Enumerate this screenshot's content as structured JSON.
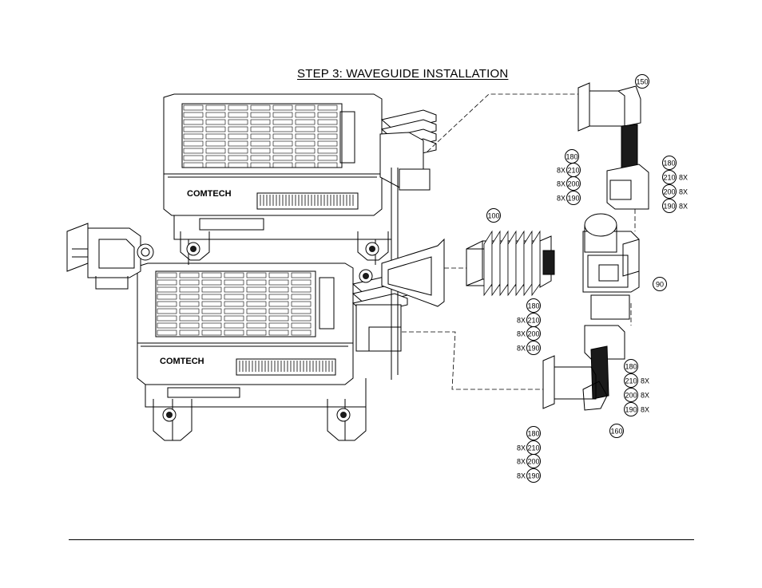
{
  "title": "STEP 3: WAVEGUIDE INSTALLATION",
  "brand_label": "COMTECH",
  "mult_label": "8X",
  "callouts": [
    {
      "id": "c150a",
      "text": "150"
    },
    {
      "id": "c180a",
      "text": "180"
    },
    {
      "id": "c210a",
      "text": "210"
    },
    {
      "id": "c200a",
      "text": "200"
    },
    {
      "id": "c190a",
      "text": "190"
    },
    {
      "id": "c180b",
      "text": "180"
    },
    {
      "id": "c210b",
      "text": "210"
    },
    {
      "id": "c200b",
      "text": "200"
    },
    {
      "id": "c190b",
      "text": "190"
    },
    {
      "id": "c100",
      "text": "100"
    },
    {
      "id": "c90",
      "text": "90"
    },
    {
      "id": "c180c",
      "text": "180"
    },
    {
      "id": "c210c",
      "text": "210"
    },
    {
      "id": "c200c",
      "text": "200"
    },
    {
      "id": "c190c",
      "text": "190"
    },
    {
      "id": "c180d",
      "text": "180"
    },
    {
      "id": "c210d",
      "text": "210"
    },
    {
      "id": "c200d",
      "text": "200"
    },
    {
      "id": "c190d",
      "text": "190"
    },
    {
      "id": "c160",
      "text": "160"
    },
    {
      "id": "c180e",
      "text": "180"
    },
    {
      "id": "c210e",
      "text": "210"
    },
    {
      "id": "c200e",
      "text": "200"
    },
    {
      "id": "c190e",
      "text": "190"
    }
  ],
  "colors": {
    "ink": "#000000",
    "paper": "#ffffff",
    "fill": "#e8e8e8",
    "dark": "#1a1a1a"
  }
}
